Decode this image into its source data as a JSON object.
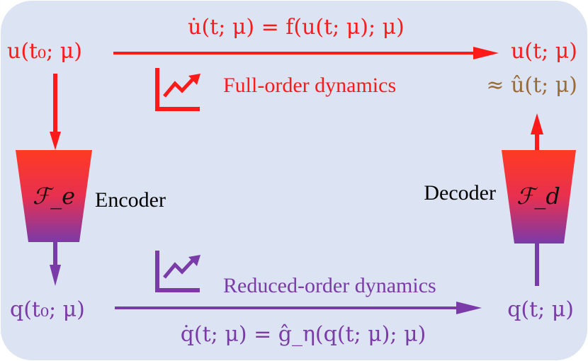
{
  "colors": {
    "background": "#dce3f2",
    "full_order": "#ff1a1a",
    "reduced_order": "#7a3aa8",
    "approx": "#9a6b35",
    "text": "#000000"
  },
  "full_order": {
    "initial_state": "u(t₀; μ)",
    "equation": "u̇(t; μ) = f(u(t; μ); μ)",
    "label": "Full-order dynamics",
    "final_state": "u(t; μ)",
    "approximation": "≈ û(t; μ)"
  },
  "reduced_order": {
    "initial_state": "q(t₀; μ)",
    "equation": "q̇(t; μ) = ĝ_η(q(t; μ); μ)",
    "label": "Reduced-order dynamics",
    "final_state": "q(t; μ)"
  },
  "encoder": {
    "symbol": "ℱ_e",
    "label": "Encoder"
  },
  "decoder": {
    "symbol": "ℱ_d",
    "label": "Decoder"
  },
  "icons": [
    "trend-chart-icon",
    "trend-chart-icon"
  ]
}
